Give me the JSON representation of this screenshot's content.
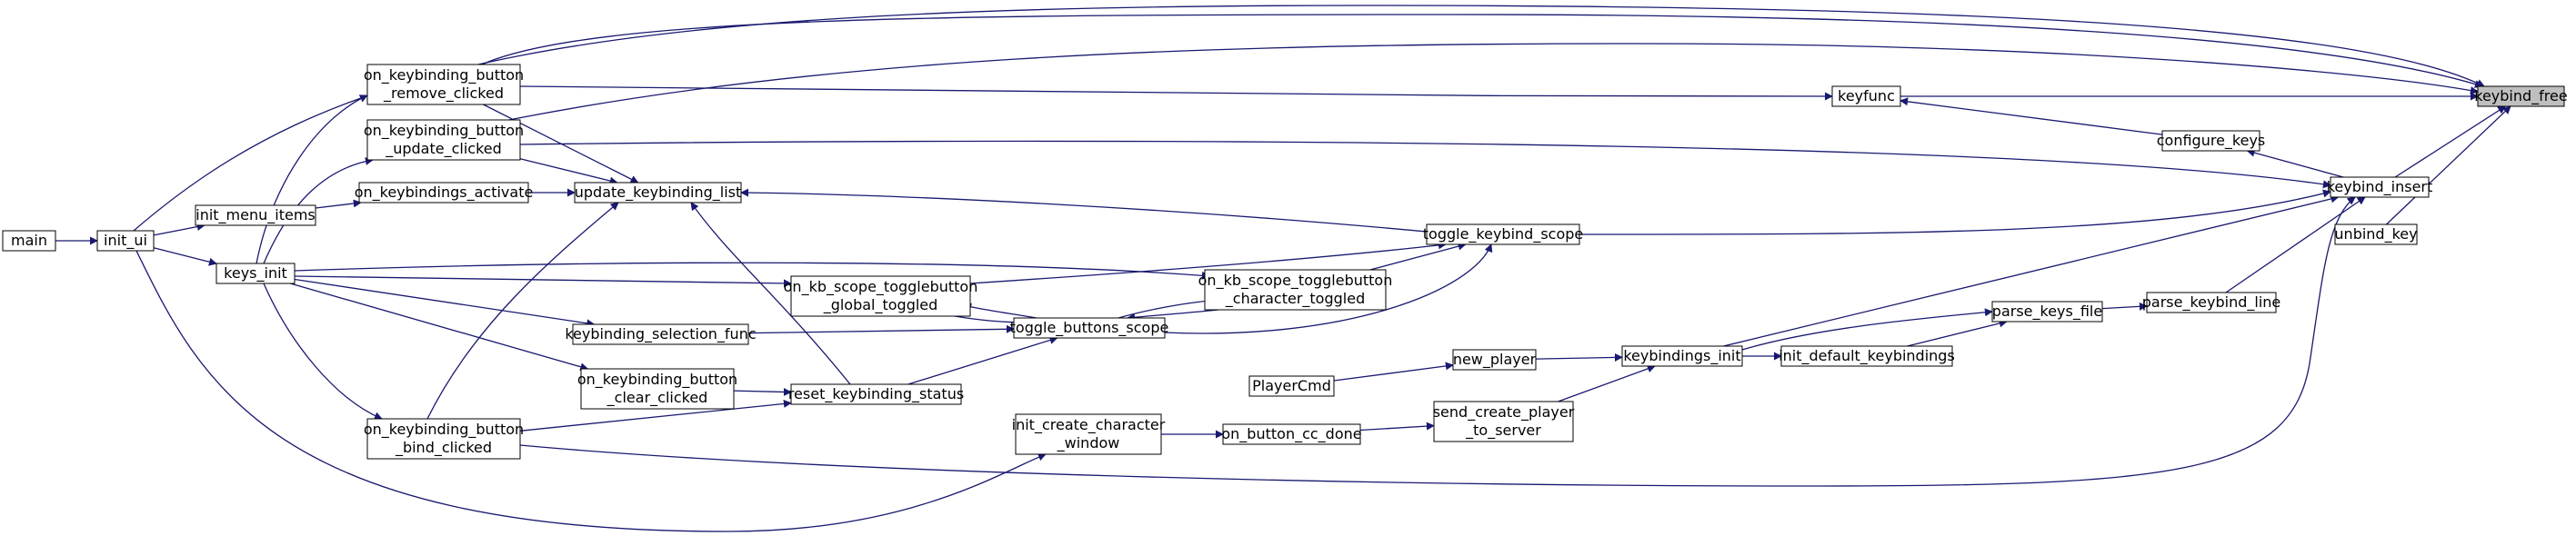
{
  "graph": {
    "colors": {
      "edge": "#191970",
      "node_border": "#000000",
      "node_fill": "#ffffff",
      "root_fill": "#bfbfbf"
    },
    "nodes": [
      {
        "id": "keybind_free",
        "lines": [
          "keybind_free"
        ],
        "highlighted": true
      },
      {
        "id": "keyfunc",
        "lines": [
          "keyfunc"
        ]
      },
      {
        "id": "configure_keys",
        "lines": [
          "configure_keys"
        ]
      },
      {
        "id": "keybind_insert",
        "lines": [
          "keybind_insert"
        ]
      },
      {
        "id": "unbind_key",
        "lines": [
          "unbind_key"
        ]
      },
      {
        "id": "parse_keybind_line",
        "lines": [
          "parse_keybind_line"
        ]
      },
      {
        "id": "parse_keys_file",
        "lines": [
          "parse_keys_file"
        ]
      },
      {
        "id": "init_default_keybindings",
        "lines": [
          "init_default_keybindings"
        ]
      },
      {
        "id": "keybindings_init",
        "lines": [
          "keybindings_init"
        ]
      },
      {
        "id": "toggle_keybind_scope",
        "lines": [
          "toggle_keybind_scope"
        ]
      },
      {
        "id": "new_player",
        "lines": [
          "new_player"
        ]
      },
      {
        "id": "send_create_player_to_server",
        "lines": [
          "send_create_player",
          "_to_server"
        ]
      },
      {
        "id": "PlayerCmd",
        "lines": [
          "PlayerCmd"
        ]
      },
      {
        "id": "on_button_cc_done",
        "lines": [
          "on_button_cc_done"
        ]
      },
      {
        "id": "init_create_character_window",
        "lines": [
          "init_create_character",
          "_window"
        ]
      },
      {
        "id": "on_kb_scope_togglebutton_character_toggled",
        "lines": [
          "on_kb_scope_togglebutton",
          "_character_toggled"
        ]
      },
      {
        "id": "on_kb_scope_togglebutton_global_toggled",
        "lines": [
          "on_kb_scope_togglebutton",
          "_global_toggled"
        ]
      },
      {
        "id": "toggle_buttons_scope",
        "lines": [
          "toggle_buttons_scope"
        ]
      },
      {
        "id": "update_keybinding_list",
        "lines": [
          "update_keybinding_list"
        ]
      },
      {
        "id": "reset_keybinding_status",
        "lines": [
          "reset_keybinding_status"
        ]
      },
      {
        "id": "keybinding_selection_func",
        "lines": [
          "keybinding_selection_func"
        ]
      },
      {
        "id": "on_keybinding_button_clear_clicked",
        "lines": [
          "on_keybinding_button",
          "_clear_clicked"
        ]
      },
      {
        "id": "on_keybinding_button_remove_clicked",
        "lines": [
          "on_keybinding_button",
          "_remove_clicked"
        ]
      },
      {
        "id": "on_keybinding_button_update_clicked",
        "lines": [
          "on_keybinding_button",
          "_update_clicked"
        ]
      },
      {
        "id": "on_keybindings_activate",
        "lines": [
          "on_keybindings_activate"
        ]
      },
      {
        "id": "on_keybinding_button_bind_clicked",
        "lines": [
          "on_keybinding_button",
          "_bind_clicked"
        ]
      },
      {
        "id": "init_menu_items",
        "lines": [
          "init_menu_items"
        ]
      },
      {
        "id": "keys_init",
        "lines": [
          "keys_init"
        ]
      },
      {
        "id": "init_ui",
        "lines": [
          "init_ui"
        ]
      },
      {
        "id": "main",
        "lines": [
          "main"
        ]
      }
    ],
    "edges": [
      [
        "keyfunc",
        "keybind_free"
      ],
      [
        "keybind_insert",
        "keybind_free"
      ],
      [
        "unbind_key",
        "keybind_free"
      ],
      [
        "on_keybinding_button_remove_clicked",
        "keybind_free"
      ],
      [
        "on_keybinding_button_update_clicked",
        "keybind_free"
      ],
      [
        "init_ui",
        "keybind_free"
      ],
      [
        "configure_keys",
        "keyfunc"
      ],
      [
        "on_keybinding_button_remove_clicked",
        "keyfunc"
      ],
      [
        "keybind_insert",
        "configure_keys"
      ],
      [
        "parse_keybind_line",
        "keybind_insert"
      ],
      [
        "toggle_keybind_scope",
        "keybind_insert"
      ],
      [
        "keybindings_init",
        "keybind_insert"
      ],
      [
        "on_keybinding_button_update_clicked",
        "keybind_insert"
      ],
      [
        "on_keybinding_button_bind_clicked",
        "keybind_insert"
      ],
      [
        "parse_keys_file",
        "parse_keybind_line"
      ],
      [
        "init_default_keybindings",
        "parse_keys_file"
      ],
      [
        "keybindings_init",
        "parse_keys_file"
      ],
      [
        "keybindings_init",
        "init_default_keybindings"
      ],
      [
        "new_player",
        "keybindings_init"
      ],
      [
        "send_create_player_to_server",
        "keybindings_init"
      ],
      [
        "PlayerCmd",
        "new_player"
      ],
      [
        "on_button_cc_done",
        "send_create_player_to_server"
      ],
      [
        "init_create_character_window",
        "on_button_cc_done"
      ],
      [
        "init_ui",
        "init_create_character_window"
      ],
      [
        "on_kb_scope_togglebutton_character_toggled",
        "toggle_keybind_scope"
      ],
      [
        "on_kb_scope_togglebutton_global_toggled",
        "toggle_keybind_scope"
      ],
      [
        "toggle_buttons_scope",
        "toggle_keybind_scope"
      ],
      [
        "keys_init",
        "on_kb_scope_togglebutton_character_toggled"
      ],
      [
        "toggle_buttons_scope",
        "on_kb_scope_togglebutton_character_toggled"
      ],
      [
        "keys_init",
        "on_kb_scope_togglebutton_global_toggled"
      ],
      [
        "toggle_buttons_scope",
        "on_kb_scope_togglebutton_global_toggled"
      ],
      [
        "toggle_keybind_scope",
        "update_keybinding_list"
      ],
      [
        "keybinding_selection_func",
        "toggle_buttons_scope"
      ],
      [
        "reset_keybinding_status",
        "toggle_buttons_scope"
      ],
      [
        "on_kb_scope_togglebutton_character_toggled",
        "toggle_buttons_scope"
      ],
      [
        "on_kb_scope_togglebutton_global_toggled",
        "toggle_buttons_scope"
      ],
      [
        "on_keybinding_button_remove_clicked",
        "update_keybinding_list"
      ],
      [
        "on_keybinding_button_update_clicked",
        "update_keybinding_list"
      ],
      [
        "on_keybindings_activate",
        "update_keybinding_list"
      ],
      [
        "on_keybinding_button_bind_clicked",
        "update_keybinding_list"
      ],
      [
        "reset_keybinding_status",
        "update_keybinding_list"
      ],
      [
        "on_keybinding_button_clear_clicked",
        "reset_keybinding_status"
      ],
      [
        "on_keybinding_button_bind_clicked",
        "reset_keybinding_status"
      ],
      [
        "keys_init",
        "keybinding_selection_func"
      ],
      [
        "keys_init",
        "on_keybinding_button_clear_clicked"
      ],
      [
        "keys_init",
        "on_keybinding_button_remove_clicked"
      ],
      [
        "keys_init",
        "on_keybinding_button_update_clicked"
      ],
      [
        "keys_init",
        "on_keybinding_button_bind_clicked"
      ],
      [
        "init_menu_items",
        "on_keybindings_activate"
      ],
      [
        "init_ui",
        "init_menu_items"
      ],
      [
        "init_ui",
        "keys_init"
      ],
      [
        "main",
        "init_ui"
      ]
    ]
  }
}
